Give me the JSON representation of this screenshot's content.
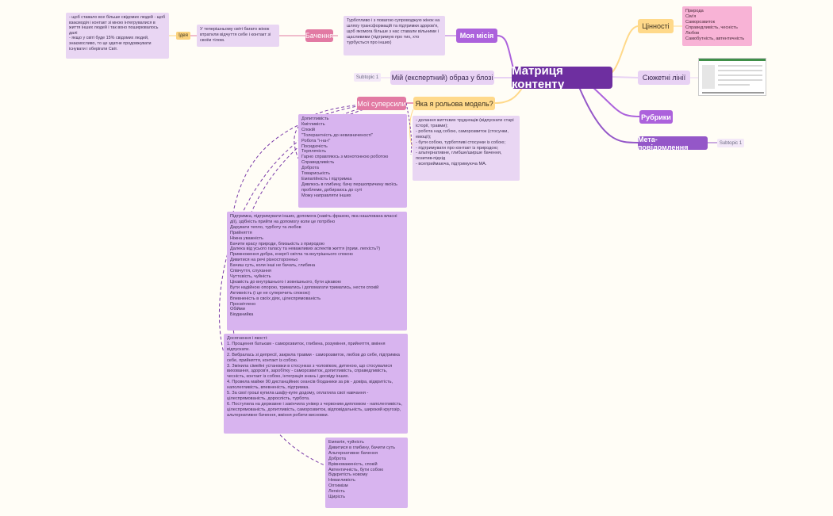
{
  "central": "Матриця контенту",
  "branches": {
    "cinnosti": "Цінності",
    "mission": "Моя місія",
    "image": "Мій (експертний) образ у блозі",
    "subtopic_image": "Subtopic 1",
    "lines": "Сюжетні лінії",
    "rubrics": "Рубрики",
    "meta": "Мета-повідомлення",
    "subtopic_meta": "Subtopic 1",
    "pink_role": "Яка я рольова модель?",
    "superpowers": "Мої суперсили",
    "vision": "Бачення",
    "idea": "Ідея"
  },
  "notes": {
    "values": "Природа\nСім'я\nСаморозвиток\nСправедливість, чесність\nЛюбов\nСамобутність, автентичність",
    "mission": "Турботливо і з повагою супроводжую жінок на шляху трансформацій та підтримки здоров'я, щоб якомога більше з нас ставали вільними і щасливими (підтримую про тих, хто турбується про інших)",
    "vision": "У теперішньому світі багато жінок втратили відчуття себе і контакт зі своїм тілом.",
    "idea": "- щоб ставало все більше свідомих людей - щоб взаємодія і контакт зі мною інтегрувалися в життя інших людей і так воно поширювалось далі\n- якщо у світі буде 15% свідомих людей, знаємосливо, то це здатне продовжувати існувати і оберігати Світ.",
    "role": "- долання життєвих труднощів (відпускати старі історії, травми);\n- робота над собою, саморозвиток (стосунки, емоції);\n- бути собою, турботливі стосунки із собою;\n- підтримувати про контакт із природою;\n- альтернативне, глибше/ширше бачення, позитив-підхід\n- всеприймаюча, підтримуюча МА.",
    "qualities1": "Допитливість\nКмітливість\nСпокій\n\"Толерантність до невизначеності\"\nРобота \"і-на-і\"\nПосидючість\nТерплячість\nГарно справляюсь з монотонною роботою\nСправедливість\nДоброта\nТовариськість\nЕмпатійність і підтримка\nДивлюсь в глибину, бачу першопричину якоїсь проблеми, добираюсь до суті\nМожу направляти інших",
    "qualities2": "Підтримка, підтримувати інших, допомога (навіть фразою, яка нашлована власні дії), здібність прийти на допомогу коли це потрібно\nДарувати тепло, турботу та любов\nПрийняття\nНіжна уважність\nБачити красу природи, близькість з природою\nДалека від усього галасу та неважливих аспектів життя (прим. легкість?)\nПримноження добра, енергії світла та внутрішнього спокою\nДивитися на речі різносторонньо\nБачиш суть, коли інші не бачать, глибина\nСпівчуття, слухання\nЧуттєвість, чуйність\nЦікавість до внутрішнього і зовнішнього, бути цікавою\nБути надійною опорою, триматись і допомагати триматись, нести спокій\nАктивність (і це не суперечить спокою)\nВпевненість в своїх діях, цілеспрямованість\nПросвітлено\nОбійми\nБіоданийка",
    "achievements": "Досягнення і якості:\n1. Прощення батькам - саморозвиток, глибина, розуміння, прийняття, вміння відпускати.\n2. Вибралась зі депресії, закрила травми - саморозвиток, любов до себе, підтримка себе, прийняття, контакт із собою.\n3. Змінила сімейні установки в стосунках з чоловіком, дитиною, що стосувалися виховання, здоров'я, заробітку - саморозвиток, допитливість, справедливість, чесність, контакт із собою, інтеграція знань і досвіду інших.\n4. Провела майже 90 дистанційних сеансів біоданики за рік - довіра, відкритість, наполегливість, впевненість, підтримка.\n5. За свої гроші купила шафу-купе додому, оплатила свої навчання - цілеспрямованість, дорослість, турбота.\n6. Поступила на державне і закінчила універ з червоним дипломом - наполегливість, цілеспрямованість, допитливість, саморозвиток, відповідальність, широкий кругозір, альтернативне бачення, вміння робити висновки.",
    "qualities3": "Емпатія, чуйність\nДивитися в глибину, бачити суть\nАльтернативне бачення\nДоброта\nВрівноваженість, спокій\nАвтентичність, бути собою\nВідкритість новому\nНевагливість\nОптимізм\nЛегкість\nЩирість"
  }
}
